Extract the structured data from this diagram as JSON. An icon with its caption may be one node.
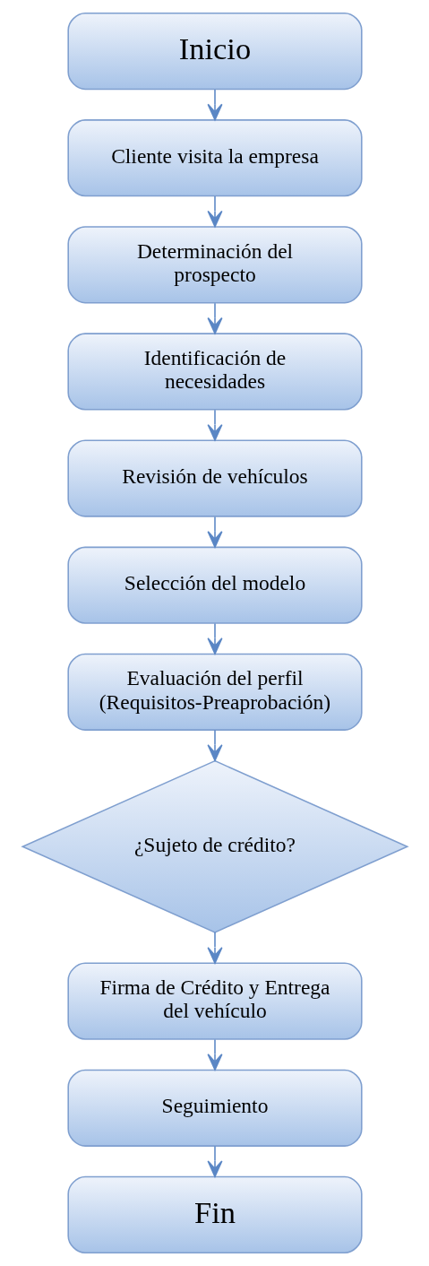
{
  "diagram": {
    "nodes": [
      {
        "text": [
          "Inicio"
        ]
      },
      {
        "text": [
          "Cliente visita la empresa"
        ]
      },
      {
        "text": [
          "Determinación del prospecto"
        ]
      },
      {
        "text": [
          "Identificación de necesidades"
        ]
      },
      {
        "text": [
          "Revisión de vehículos"
        ]
      },
      {
        "text": [
          "Selección del modelo"
        ]
      },
      {
        "text": [
          "Evaluación del perfil (Requisitos-Preaprobación)"
        ]
      },
      {
        "text": [
          "¿Sujeto de crédito?"
        ]
      },
      {
        "text": [
          "Firma de Crédito y Entrega del vehículo"
        ]
      },
      {
        "text": [
          "Seguimiento"
        ]
      },
      {
        "text": [
          "Fin"
        ]
      }
    ],
    "edges": [
      {
        "from": 0,
        "to": 1,
        "arrow": "to"
      },
      {
        "from": 1,
        "to": 2,
        "arrow": "to"
      },
      {
        "from": 2,
        "to": 3,
        "arrow": "to"
      },
      {
        "from": 3,
        "to": 4,
        "arrow": "to"
      },
      {
        "from": 4,
        "to": 5,
        "arrow": "to"
      },
      {
        "from": 5,
        "to": 6,
        "arrow": "to"
      },
      {
        "from": 6,
        "to": 7,
        "arrow": "to"
      },
      {
        "from": 7,
        "to": 8,
        "arrow": "to"
      },
      {
        "from": 8,
        "to": 9,
        "arrow": "to"
      },
      {
        "from": 9,
        "to": 10,
        "arrow": "to"
      }
    ]
  }
}
